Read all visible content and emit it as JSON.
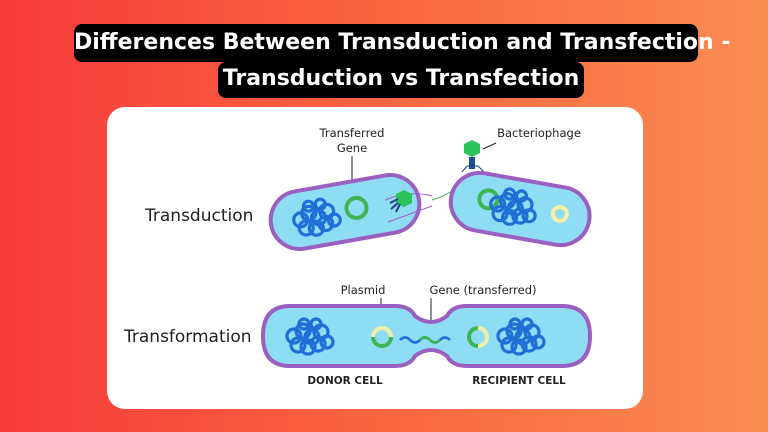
{
  "title": {
    "line1": "Differences Between Transduction and Transfection -",
    "line2": "Transduction vs Transfection"
  },
  "diagram": {
    "row_labels": [
      "Transduction",
      "Transformation"
    ],
    "labels": {
      "transferred_gene_1": "Transferred",
      "transferred_gene_2": "Gene",
      "bacteriophage": "Bacteriophage",
      "plasmid": "Plasmid",
      "gene_transferred": "Gene (transferred)",
      "donor_cell": "DONOR CELL",
      "recipient_cell": "RECIPIENT CELL"
    },
    "colors": {
      "membrane": "#9b5fc0",
      "cytoplasm": "#8fdcf5",
      "dna": "#1e6fd6",
      "gene": "#3cb552",
      "plasmid": "#f2f0a8"
    }
  }
}
